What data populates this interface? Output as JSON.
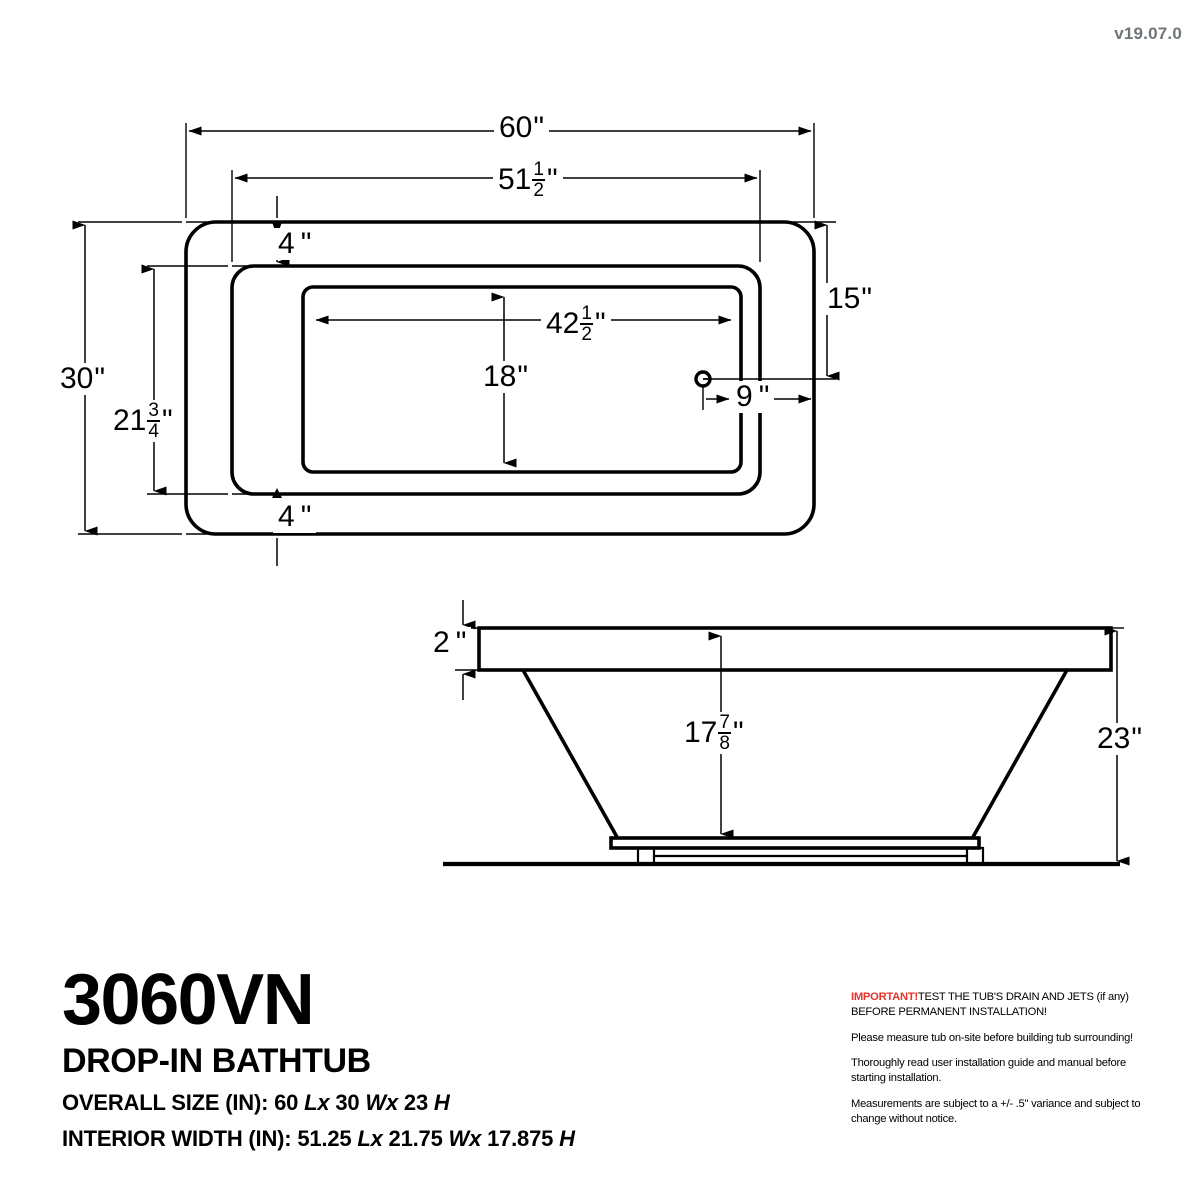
{
  "version_label": "v19.07.0",
  "colors": {
    "ink": "#000000",
    "important_red": "#e8312a",
    "version_gray": "#6e7478"
  },
  "spec": {
    "model": "3060VN",
    "subtitle": "DROP-IN BATHTUB",
    "overall_label": "OVERALL SIZE (IN):",
    "overall_value_60": "60",
    "overall_unit_L": "L",
    "x1": "x",
    "overall_value_30": "30",
    "overall_unit_W": "W",
    "x2": "x",
    "overall_value_23": "23",
    "overall_unit_H": "H",
    "interior_label": "INTERIOR WIDTH (IN):",
    "interior_value_L": "51.25",
    "interior_unit_L": "L",
    "x3": "x",
    "interior_value_W": "21.75",
    "interior_unit_W": "W",
    "x4": "x",
    "interior_value_H": "17.875",
    "interior_unit_H": "H"
  },
  "notes": {
    "important_word": "IMPORTANT!",
    "important_rest": "TEST THE TUB'S DRAIN AND JETS (if any) BEFORE PERMANENT INSTALLATION!",
    "note2": "Please measure tub on-site before building tub surrounding!",
    "note3": "Thoroughly read user installation guide and manual before starting installation.",
    "note4": "Measurements are subject to a +/- .5\" variance and subject to change without notice."
  },
  "dimensions": {
    "top_overall_length": {
      "whole": "60",
      "mark": "\""
    },
    "top_inner_length": {
      "whole": "51",
      "num": "1",
      "den": "2",
      "mark": "\""
    },
    "left_overall_width": {
      "whole": "30",
      "mark": "\""
    },
    "left_inner_width": {
      "whole": "21",
      "num": "3",
      "den": "4",
      "mark": "\""
    },
    "rim_top": {
      "whole": "4",
      "mark": "\""
    },
    "rim_bottom": {
      "whole": "4",
      "mark": "\""
    },
    "floor_length": {
      "whole": "42",
      "num": "1",
      "den": "2",
      "mark": "\""
    },
    "floor_width": {
      "whole": "18",
      "mark": "\""
    },
    "drain_offset": {
      "whole": "9",
      "mark": "\""
    },
    "right_offset": {
      "whole": "15",
      "mark": "\""
    },
    "rim_thickness": {
      "whole": "2",
      "mark": "\""
    },
    "interior_depth": {
      "whole": "17",
      "num": "7",
      "den": "8",
      "mark": "\""
    },
    "overall_height": {
      "whole": "23",
      "mark": "\""
    }
  },
  "views": {
    "top_view_name": "top-plan-view",
    "side_view_name": "side-elevation-view"
  }
}
